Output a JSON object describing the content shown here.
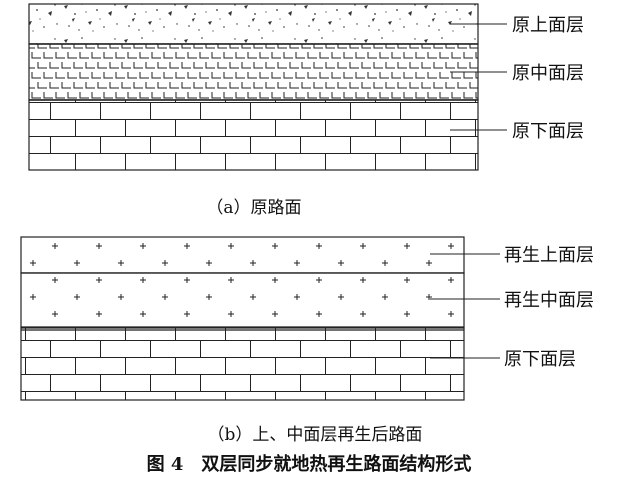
{
  "panel_a": {
    "labels": {
      "upper": "原上面层",
      "middle": "原中面层",
      "lower": "原下面层"
    },
    "caption": "（a）原路面"
  },
  "panel_b": {
    "labels": {
      "upper": "再生上面层",
      "middle": "再生中面层",
      "lower": "原下面层"
    },
    "caption": "（b）上、中面层再生后路面"
  },
  "figure_title": "图 4　双层同步就地热再生路面结构形式",
  "colors": {
    "ink": "#111111",
    "background": "#ffffff"
  },
  "patterns": {
    "aggregate": "stippled-aggregate",
    "small_block": "small-open-block-grid",
    "brick": "staggered-brick",
    "plus": "plus-sign-fill"
  }
}
